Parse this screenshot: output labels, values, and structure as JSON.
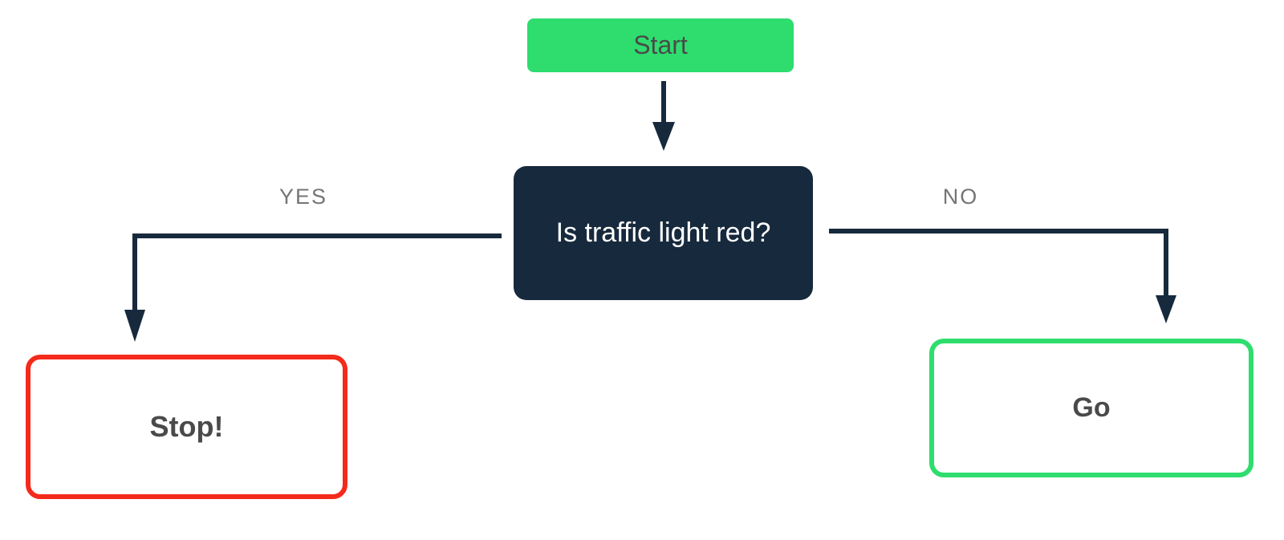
{
  "diagram": {
    "type": "flowchart",
    "nodes": {
      "start": {
        "label": "Start",
        "shape": "rounded-rect",
        "fill": "green"
      },
      "question": {
        "label": "Is traffic light red?",
        "shape": "rounded-rect",
        "fill": "navy"
      },
      "stop": {
        "label": "Stop!",
        "shape": "rounded-rect-outline",
        "border": "red"
      },
      "go": {
        "label": "Go",
        "shape": "rounded-rect-outline",
        "border": "green"
      }
    },
    "edges": {
      "start_to_question": {
        "from": "start",
        "to": "question",
        "label": ""
      },
      "yes": {
        "from": "question",
        "to": "stop",
        "label": "YES"
      },
      "no": {
        "from": "question",
        "to": "go",
        "label": "NO"
      }
    },
    "colors": {
      "green": "#2edd6e",
      "navy": "#17293c",
      "red": "#f42a1b",
      "gray": "#757575",
      "dark": "#4a4a4a"
    }
  }
}
